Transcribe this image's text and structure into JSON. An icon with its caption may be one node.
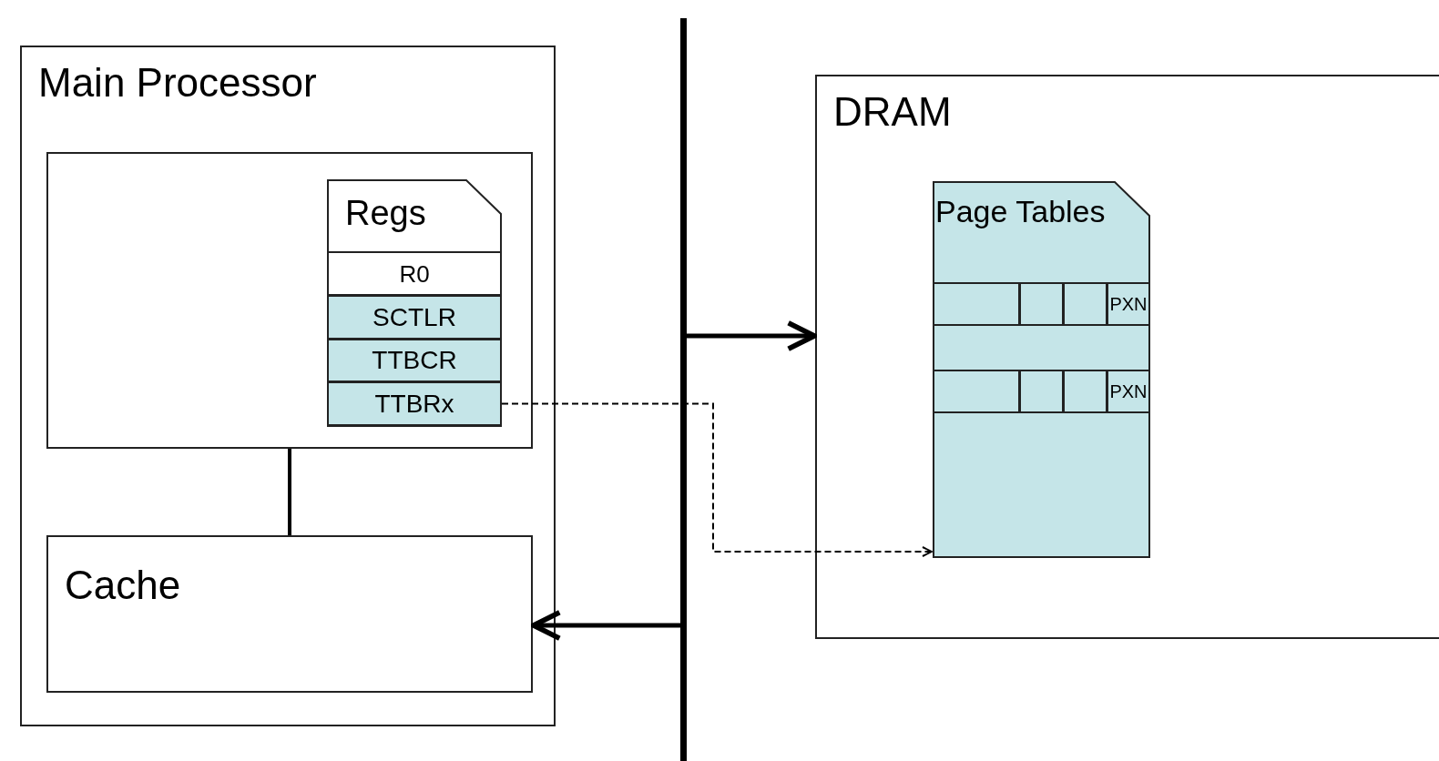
{
  "diagram": {
    "nodes": [
      {
        "text": [
          "Main Processor"
        ]
      },
      {
        "text": [],
        "shape": "box",
        "in": 0
      },
      {
        "text": [
          "Regs"
        ],
        "in": 1
      },
      {
        "text": [
          "R0"
        ],
        "in": 2
      },
      {
        "text": [
          "SCTLR"
        ],
        "in": 2
      },
      {
        "text": [
          "TTBCR"
        ],
        "in": 2
      },
      {
        "text": [
          "TTBRx"
        ],
        "in": 2
      },
      {
        "text": [
          "Cache"
        ],
        "in": 0
      },
      {
        "text": [],
        "shape": "bar"
      },
      {
        "text": [
          "DRAM"
        ]
      },
      {
        "text": [
          "Page Tables"
        ],
        "in": 9
      },
      {
        "text": [],
        "shape": "box",
        "in": 10
      },
      {
        "text": [],
        "shape": "box",
        "in": 10
      },
      {
        "text": [],
        "shape": "box",
        "in": 10
      },
      {
        "text": [
          "PXN"
        ],
        "in": 10
      },
      {
        "text": [],
        "shape": "box",
        "in": 10
      },
      {
        "text": [],
        "shape": "box",
        "in": 10
      },
      {
        "text": [],
        "shape": "box",
        "in": 10
      },
      {
        "text": [
          "PXN"
        ],
        "in": 10
      }
    ],
    "edges": [
      {
        "from": 1,
        "to": 7,
        "arrow": "none"
      },
      {
        "from": 8,
        "to": 9,
        "arrow": "to"
      },
      {
        "from": 8,
        "to": 7,
        "arrow": "to"
      },
      {
        "from": 6,
        "to": 10,
        "arrow": "to",
        "style": "dashed"
      }
    ]
  }
}
